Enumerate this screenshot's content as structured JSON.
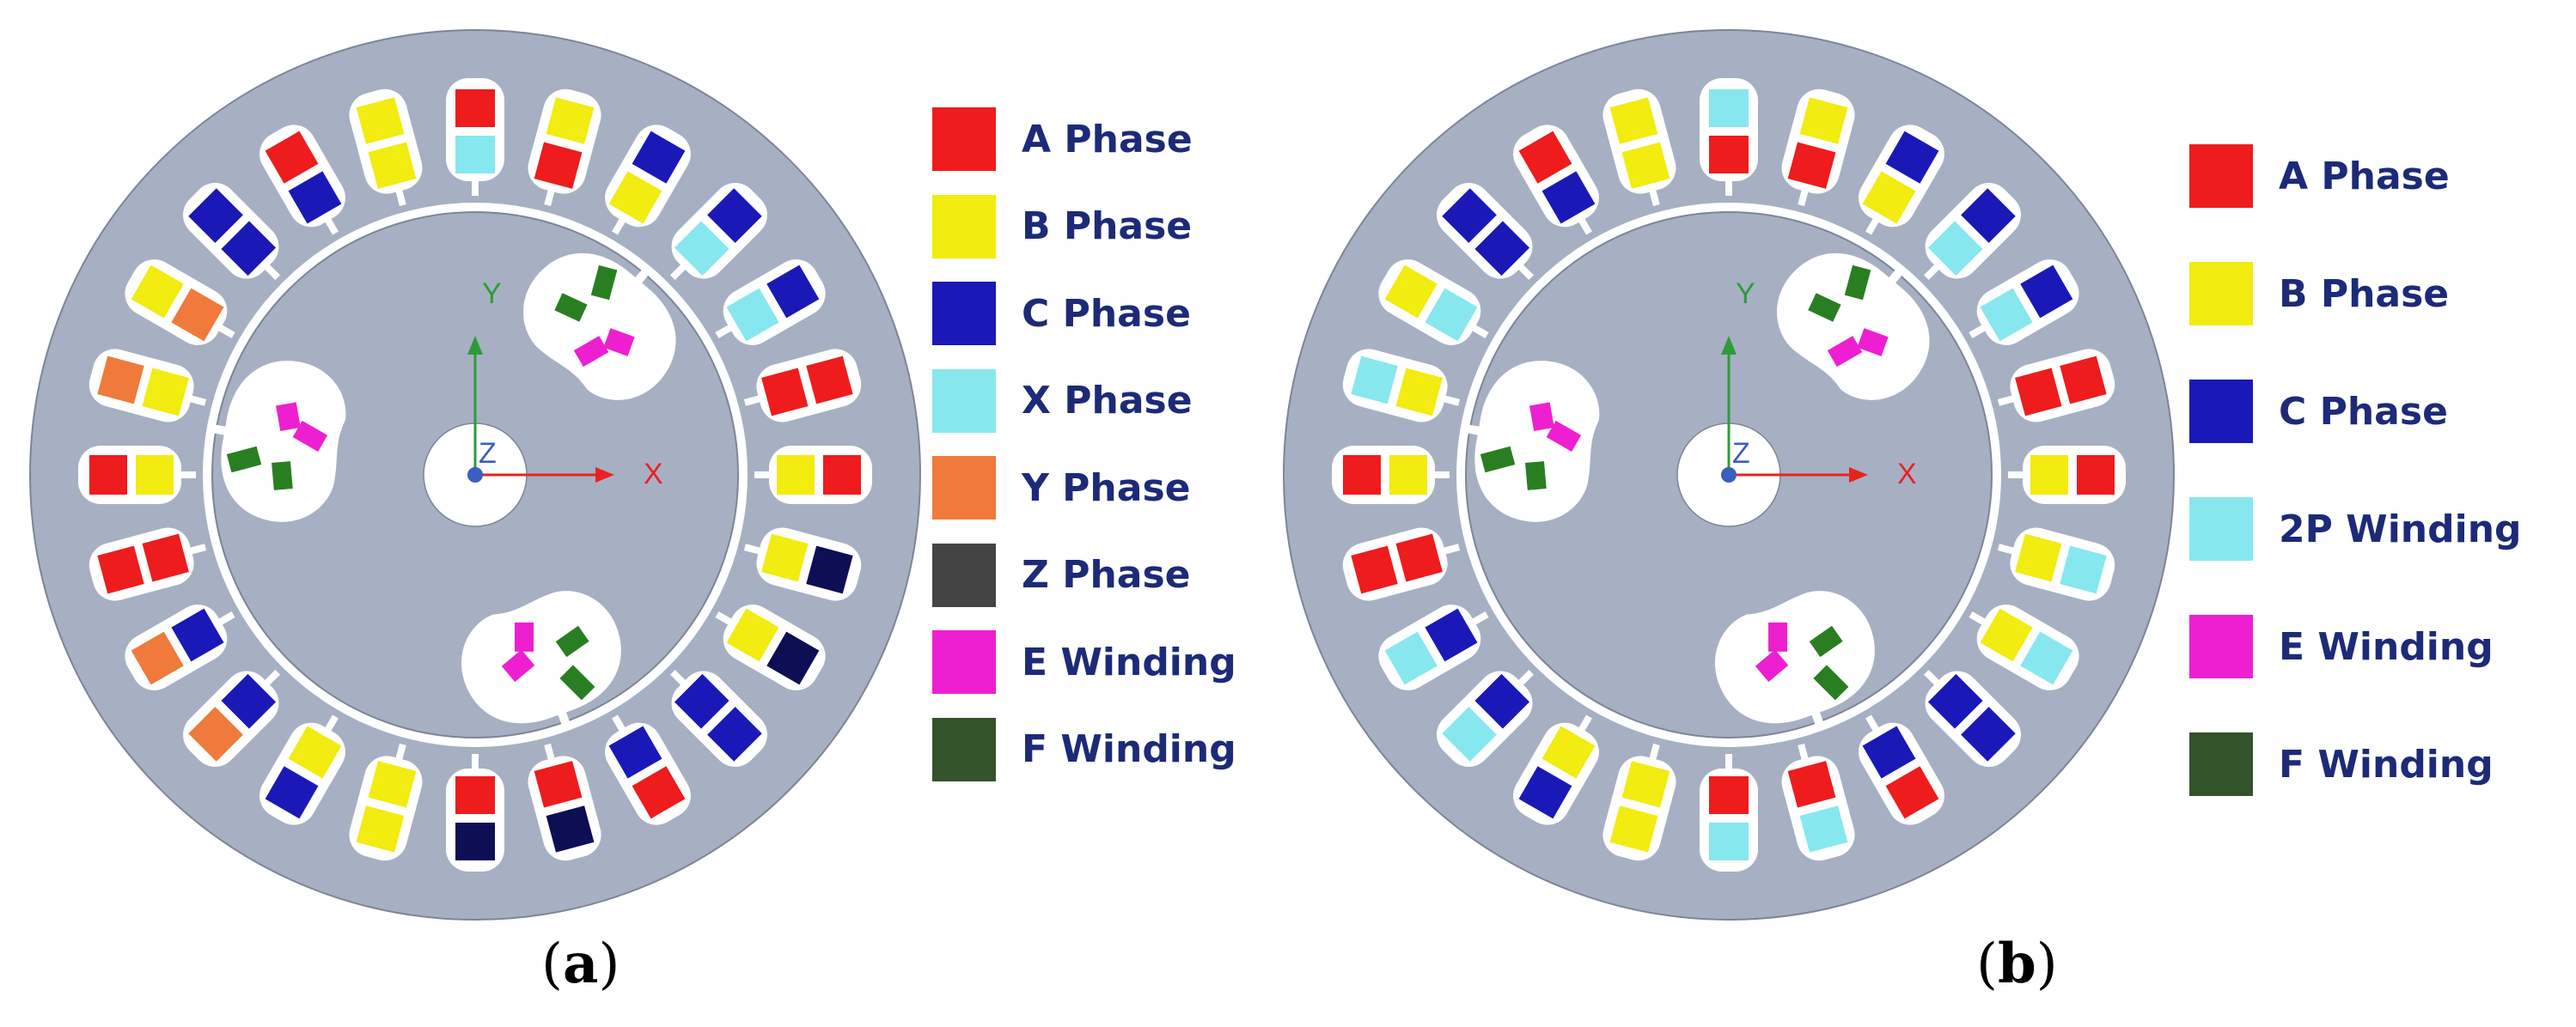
{
  "colors": {
    "A": "#ee1c1c",
    "B": "#f2ec10",
    "C": "#1a19b8",
    "X": "#86e8ee",
    "Y": "#ef7a3c",
    "Z": "#0e0e55",
    "E": "#ee1fd0",
    "F": "#2a7e22",
    "core": "#a7b0c3",
    "axis_y": "#2e9b3a",
    "axis_x": "#e8231f",
    "axis_z": "#3a5fbf"
  },
  "axes": {
    "x": "X",
    "y": "Y",
    "z": "Z"
  },
  "panels": [
    {
      "id": "a",
      "caption_open": "(",
      "caption_letter": "a",
      "caption_close": ")",
      "legend": [
        {
          "key": "A",
          "label": "A Phase"
        },
        {
          "key": "B",
          "label": "B Phase"
        },
        {
          "key": "C",
          "label": "C Phase"
        },
        {
          "key": "X",
          "label": "X Phase"
        },
        {
          "key": "Y",
          "label": "Y Phase"
        },
        {
          "key": "Z",
          "label": "Z Phase",
          "swatch": "#444444"
        },
        {
          "key": "E",
          "label": "E Winding"
        },
        {
          "key": "F",
          "label": "F Winding",
          "swatch": "#33542a"
        }
      ],
      "slots": [
        [
          "X",
          "A"
        ],
        [
          "A",
          "B"
        ],
        [
          "B",
          "C"
        ],
        [
          "X",
          "C"
        ],
        [
          "X",
          "C"
        ],
        [
          "A",
          "A"
        ],
        [
          "B",
          "A"
        ],
        [
          "B",
          "Z"
        ],
        [
          "B",
          "Z"
        ],
        [
          "C",
          "C"
        ],
        [
          "C",
          "A"
        ],
        [
          "A",
          "Z"
        ],
        [
          "A",
          "Z"
        ],
        [
          "B",
          "B"
        ],
        [
          "B",
          "C"
        ],
        [
          "C",
          "Y"
        ],
        [
          "C",
          "Y"
        ],
        [
          "A",
          "A"
        ],
        [
          "B",
          "A"
        ],
        [
          "B",
          "Y"
        ],
        [
          "Y",
          "B"
        ],
        [
          "C",
          "C"
        ],
        [
          "C",
          "A"
        ],
        [
          "B",
          "B"
        ]
      ]
    },
    {
      "id": "b",
      "caption_open": "(",
      "caption_letter": "b",
      "caption_close": ")",
      "legend": [
        {
          "key": "A",
          "label": "A Phase"
        },
        {
          "key": "B",
          "label": "B Phase"
        },
        {
          "key": "C",
          "label": "C Phase"
        },
        {
          "key": "X",
          "label": "2P Winding"
        },
        {
          "key": "E",
          "label": "E Winding"
        },
        {
          "key": "F",
          "label": "F Winding",
          "swatch": "#33542a"
        }
      ],
      "slots": [
        [
          "A",
          "X"
        ],
        [
          "A",
          "B"
        ],
        [
          "B",
          "C"
        ],
        [
          "X",
          "C"
        ],
        [
          "X",
          "C"
        ],
        [
          "A",
          "A"
        ],
        [
          "B",
          "A"
        ],
        [
          "B",
          "X"
        ],
        [
          "B",
          "X"
        ],
        [
          "C",
          "C"
        ],
        [
          "C",
          "A"
        ],
        [
          "A",
          "X"
        ],
        [
          "A",
          "X"
        ],
        [
          "B",
          "B"
        ],
        [
          "B",
          "C"
        ],
        [
          "C",
          "X"
        ],
        [
          "C",
          "X"
        ],
        [
          "A",
          "A"
        ],
        [
          "B",
          "A"
        ],
        [
          "B",
          "X"
        ],
        [
          "X",
          "B"
        ],
        [
          "C",
          "C"
        ],
        [
          "C",
          "A"
        ],
        [
          "B",
          "B"
        ]
      ]
    }
  ]
}
